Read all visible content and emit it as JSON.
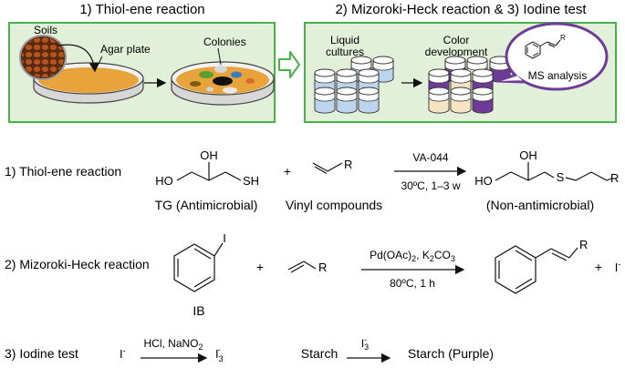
{
  "panels": {
    "thiol_title": "1) Thiol-ene reaction",
    "heck_title": "2) Mizoroki-Heck reaction &  3) Iodine test",
    "soils_label": "Soils",
    "agar_label": "Agar plate",
    "colonies_label": "Colonies",
    "liquid_label_1": "Liquid",
    "liquid_label_2": "cultures",
    "color_label_1": "Color",
    "color_label_2": "development",
    "ms_label": "MS analysis",
    "bubble_r": "R",
    "colors": {
      "panel_fill": "#e2efd9",
      "panel_border": "#49b04a",
      "agar": "#e8a33a",
      "purple": "#6e3b97",
      "blue_liquid": "#bcd4ee",
      "cream_liquid": "#f6e3c2"
    }
  },
  "reaction1": {
    "title": "1) Thiol-ene reaction",
    "oh": "OH",
    "ho": "HO",
    "sh": "SH",
    "tg_label": "TG (Antimicrobial)",
    "plus": "+",
    "r": "R",
    "vinyl_label": "Vinyl compounds",
    "reagent": "VA-044",
    "conditions": "30ºC, 1–3 w",
    "s": "S",
    "product_label": "(Non-antimicrobial)"
  },
  "reaction2": {
    "title": "2) Mizoroki-Heck reaction",
    "iodo": "I",
    "ib_label": "IB",
    "plus": "+",
    "r": "R",
    "catalyst_a": "Pd(OAc)",
    "catalyst_sub1": "2",
    "catalyst_b": ", K",
    "catalyst_c": "CO",
    "catalyst_sub2": "2",
    "catalyst_sub3": "3",
    "conditions": "80ºC, 1 h",
    "iodide": "I",
    "iodide_charge": "-"
  },
  "reaction3": {
    "title": "3) Iodine test",
    "iodide": "I",
    "charge": "-",
    "reagent_a": "HCl, NaNO",
    "reagent_sub": "2",
    "triiodide": "I",
    "tri_sub": "3",
    "starch": "Starch",
    "product": "Starch (Purple)"
  }
}
